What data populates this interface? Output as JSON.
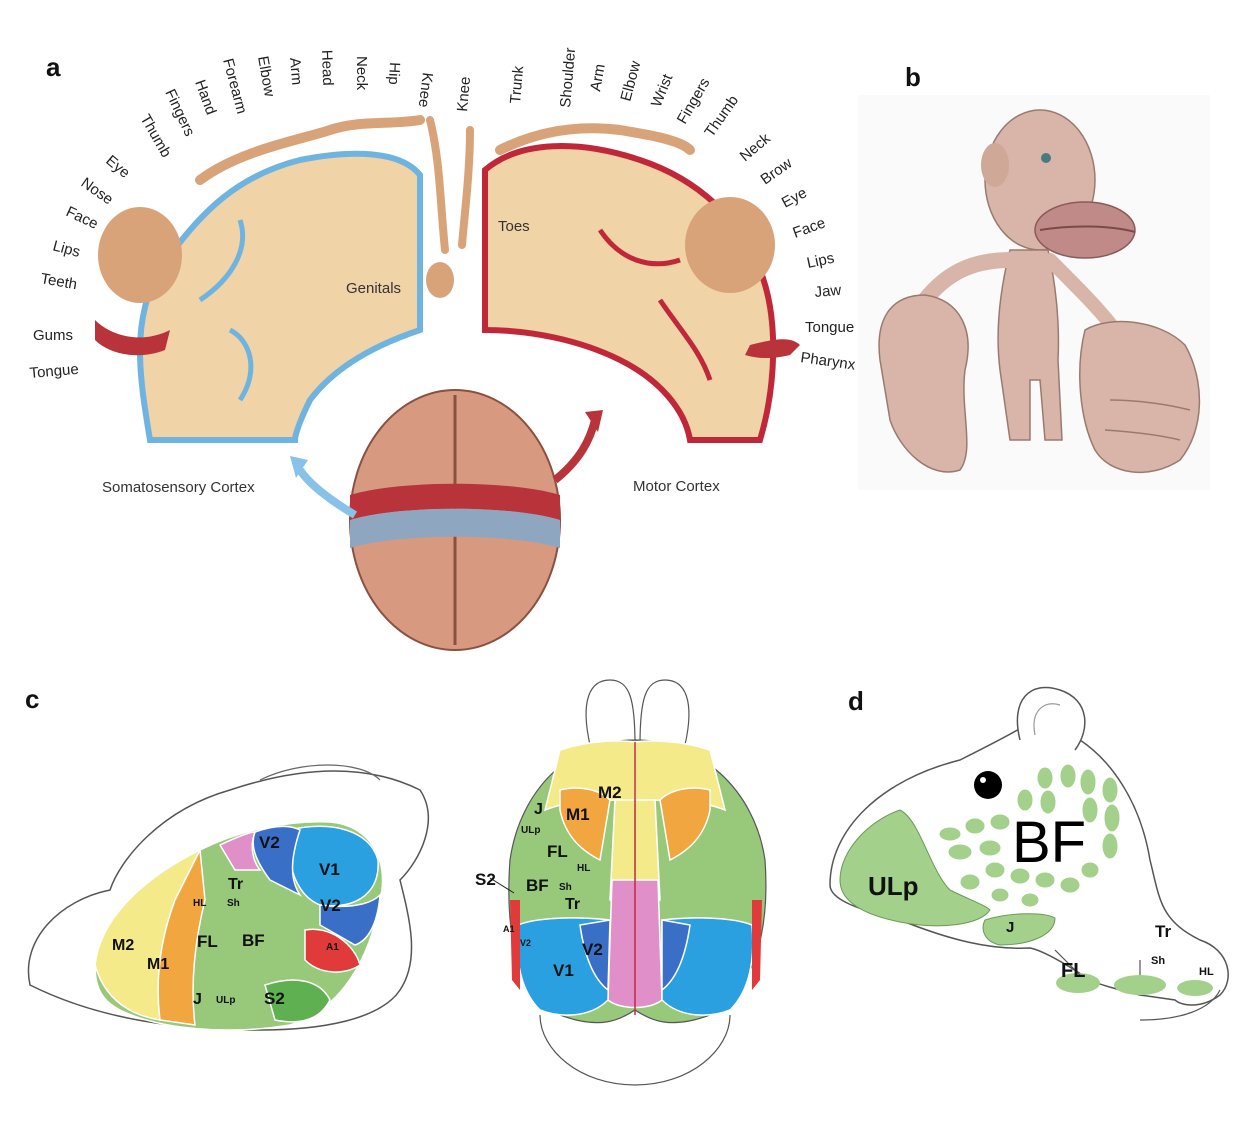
{
  "panels": {
    "a": "a",
    "b": "b",
    "c": "c",
    "d": "d"
  },
  "panel_a": {
    "sensory_labels": [
      "Thumb",
      "Fingers",
      "Hand",
      "Forearm",
      "Elbow",
      "Arm",
      "Head",
      "Neck",
      "Hip",
      "Knee"
    ],
    "sensory_face_labels": [
      "Eye",
      "Nose",
      "Face",
      "Lips",
      "Teeth",
      "Gums",
      "Tongue"
    ],
    "motor_labels": [
      "Knee",
      "Trunk",
      "Shoulder",
      "Arm",
      "Elbow",
      "Wrist",
      "Fingers",
      "Thumb"
    ],
    "motor_face_labels": [
      "Neck",
      "Brow",
      "Eye",
      "Face",
      "Lips",
      "Jaw",
      "Tongue",
      "Pharynx"
    ],
    "genitals": "Genitals",
    "toes": "Toes",
    "somatosensory_cortex": "Somatosensory Cortex",
    "motor_cortex": "Motor Cortex",
    "colors": {
      "sensory": "#6fb4e0",
      "motor": "#c0283a",
      "tissue": "#f0d3a6"
    }
  },
  "panel_c": {
    "lateral_labels": [
      "V2",
      "V1",
      "V2",
      "Tr",
      "HL",
      "Sh",
      "M2",
      "M1",
      "FL",
      "BF",
      "A1",
      "J",
      "ULp",
      "S2"
    ],
    "dorsal_labels": [
      "M2",
      "J",
      "M1",
      "ULp",
      "FL",
      "HL",
      "S2",
      "BF",
      "Sh",
      "Tr",
      "A1",
      "V2",
      "V1",
      "V2"
    ],
    "colors": {
      "motor_m2": "#f5ea8a",
      "motor_m1": "#f2a640",
      "somato": "#98c97a",
      "visual": "#2aa0e0",
      "visual2": "#3a6fc8",
      "auditory": "#e03a3a",
      "pink": "#e08fc8"
    }
  },
  "panel_d": {
    "labels": [
      "BF",
      "ULp",
      "J",
      "Tr",
      "FL",
      "Sh",
      "HL"
    ],
    "colors": {
      "somato": "#a3d18b"
    }
  }
}
